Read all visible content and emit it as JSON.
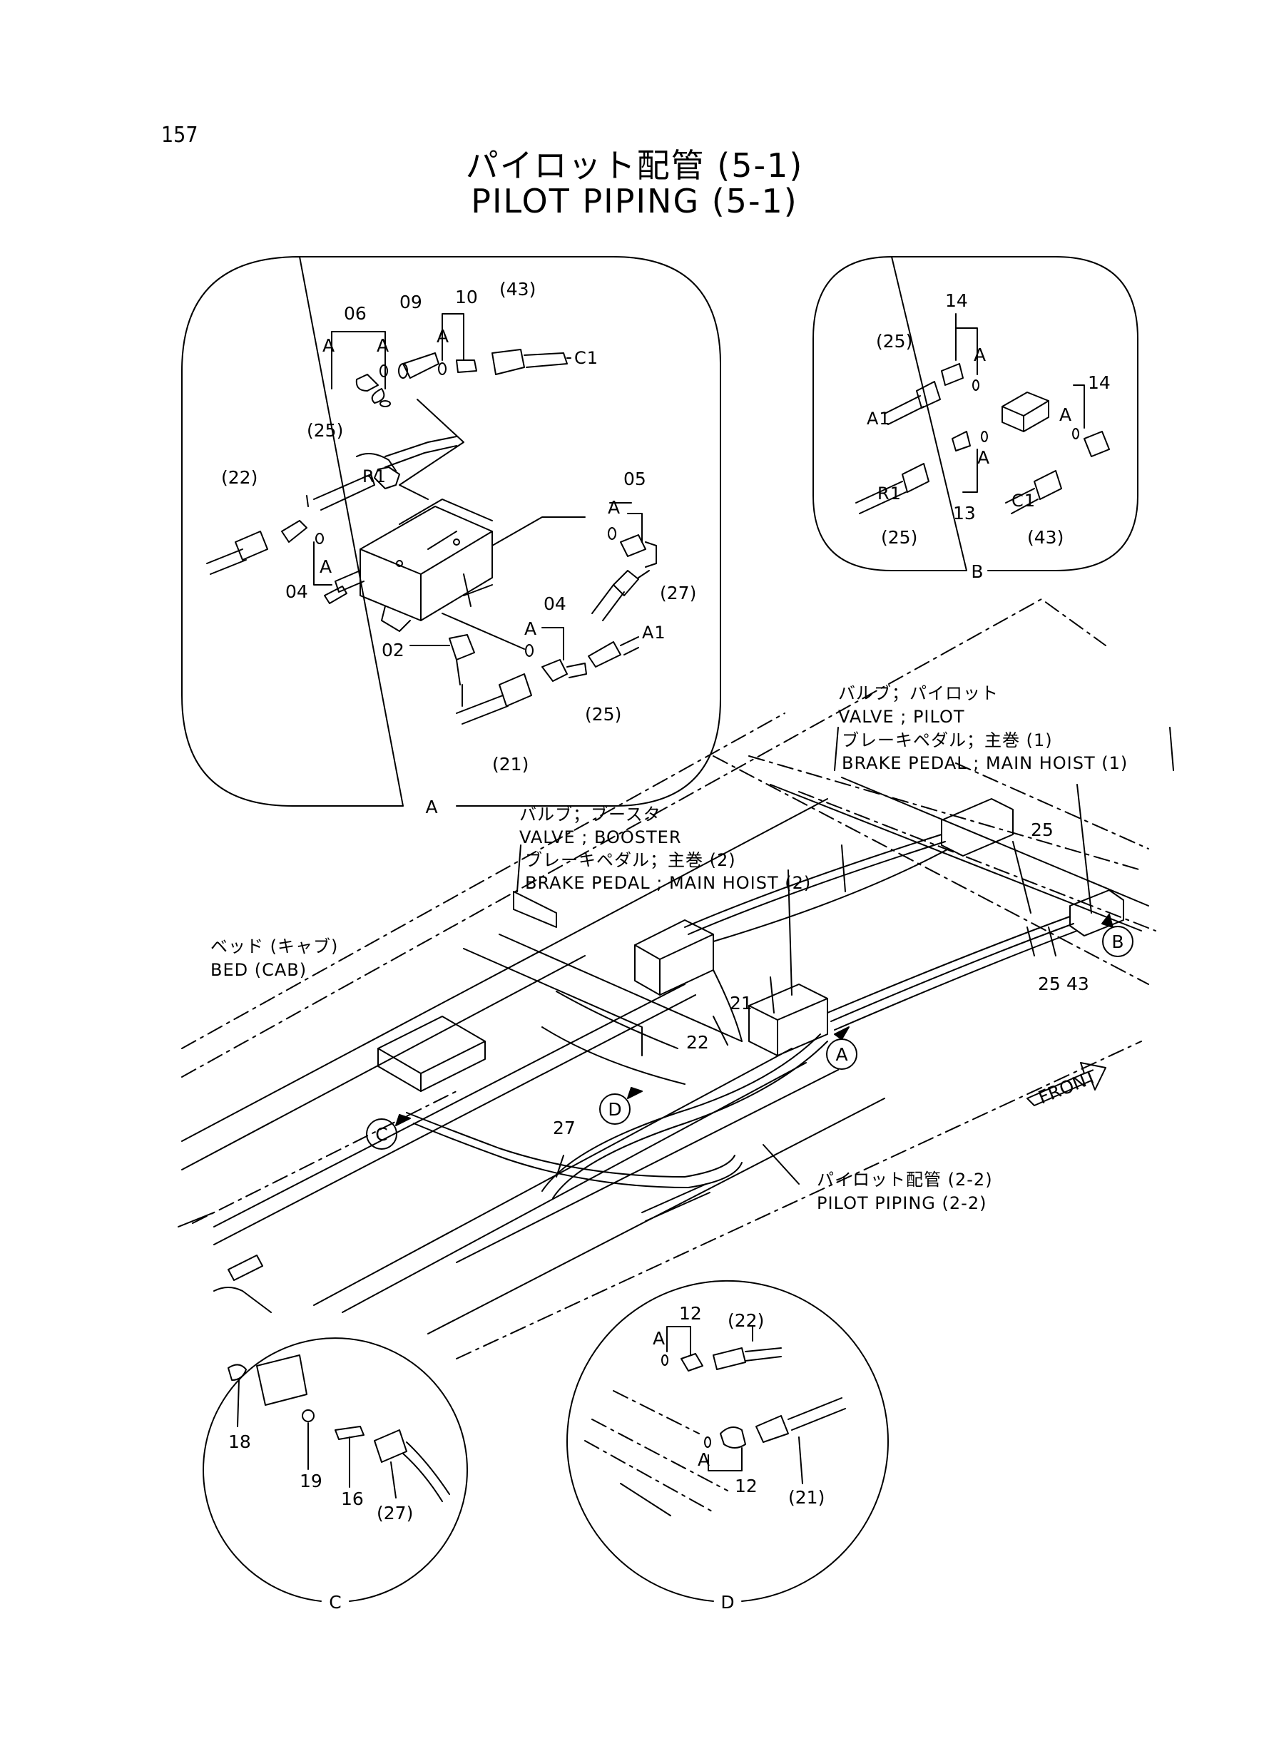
{
  "page_number": "157",
  "title_jp": "パイロット配管 (5-1)",
  "title_en": "PILOT PIPING (5-1)",
  "detail_a": {
    "frame_label": "A",
    "callouts": [
      "06",
      "09",
      "10",
      "(43)",
      "(25)",
      "(22)",
      "05",
      "04",
      "04",
      "(27)",
      "02",
      "(25)",
      "(21)"
    ],
    "a_marks": [
      "A",
      "A",
      "A",
      "A",
      "A",
      "A"
    ],
    "pipe_tags": [
      "C1",
      "R1",
      "A1"
    ]
  },
  "detail_b": {
    "frame_label": "B",
    "callouts": [
      "14",
      "(25)",
      "14",
      "13",
      "(25)",
      "(43)"
    ],
    "a_marks": [
      "A",
      "A",
      "A"
    ],
    "pipe_tags": [
      "A1",
      "R1",
      "C1"
    ]
  },
  "detail_c": {
    "frame_label": "C",
    "callouts": [
      "18",
      "19",
      "16",
      "(27)"
    ]
  },
  "detail_d": {
    "frame_label": "D",
    "callouts": [
      "12",
      "(22)",
      "12",
      "(21)"
    ],
    "a_marks": [
      "A",
      "A"
    ]
  },
  "main_view": {
    "valve_pilot_jp": "バルブ；パイロット",
    "valve_pilot_en": "VALVE ; PILOT",
    "brake_pedal_1_jp": "ブレーキペダル；主巻 (1)",
    "brake_pedal_1_en": "BRAKE PEDAL ; MAIN HOIST (1)",
    "valve_booster_jp": "バルブ；ブースタ",
    "valve_booster_en": "VALVE ; BOOSTER",
    "brake_pedal_2_jp": "ブレーキペダル；主巻 (2)",
    "brake_pedal_2_en": "BRAKE PEDAL ; MAIN HOIST (2)",
    "bed_jp": "ベッド (キャブ)",
    "bed_en": "BED (CAB)",
    "pilot_22_jp": "パイロット配管 (2-2)",
    "pilot_22_en": "PILOT PIPING (2-2)",
    "front_label": "FRONT",
    "numbers": [
      "25",
      "25",
      "43",
      "21",
      "22",
      "27"
    ],
    "circle_refs": [
      "A",
      "B",
      "C",
      "D"
    ]
  }
}
